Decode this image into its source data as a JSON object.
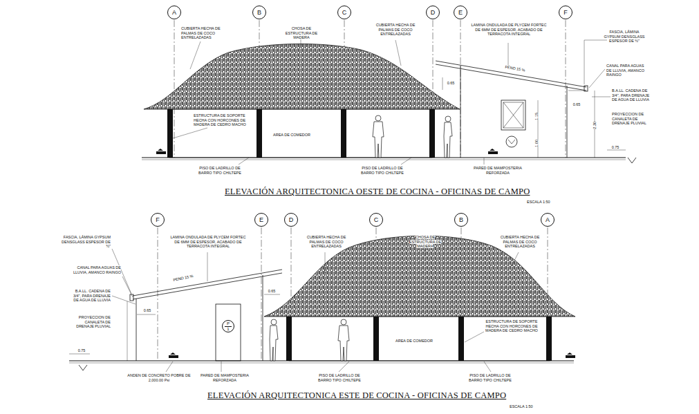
{
  "diagram": {
    "nodes": [
      {
        "text": [
          "A"
        ]
      },
      {
        "text": [
          "B"
        ]
      },
      {
        "text": [
          "C"
        ]
      },
      {
        "text": [
          "D"
        ]
      },
      {
        "text": [
          "E"
        ]
      },
      {
        "text": [
          "F"
        ]
      },
      {
        "text": [
          "F"
        ]
      },
      {
        "text": [
          "E"
        ]
      },
      {
        "text": [
          "D"
        ]
      },
      {
        "text": [
          "C"
        ]
      },
      {
        "text": [
          "B"
        ]
      },
      {
        "text": [
          "A"
        ]
      },
      {
        "text": [
          "P",
          "1"
        ]
      }
    ],
    "labels": [
      "CUBIERTA HECHA DE PALMAS DE COCO ENTRELAZADAS",
      "CHOSA DE ESTRUCTURA DE MADERA",
      "CUBIERTA HECHA DE PALMAS DE COCO ENTRELAZADAS",
      "LAMINA ONDULADA DE PLYCEM FORTEC DE 6MM DE ESPESOR, ACABADO DE TERRACOTA INTEGRAL",
      "FASCIA, LÁMINA GYPSUM DENSGLASS ESPESOR DE ½\"",
      "CANAL PARA AGUAS DE LLUVIA, AMANCO RAINGO",
      "B.A.LL. CADENA DE 3/4\", PARA DRENAJE DE AGUA DE LLUVIA",
      "PROYECCION DE CANALETA DE DRENAJE PLUVIAL",
      "PEND 15 %",
      "0.65",
      "0.65",
      "1.15",
      "1.00",
      "2.30",
      "0.75",
      "ESTRUCTURA DE SOPORTE HECHA CON HORCONES DE MADERA DE CEDRO MACHO",
      "AREA DE COMEDOR",
      "PISO DE LADRILLO DE BARRO TIPO CHILTEPE",
      "PISO DE LADRILLO DE BARRO TIPO CHILTEPE",
      "PARED DE MAMPOSTERIA REFORZADA",
      "ELEVACIÓN ARQUITECTONICA OESTE DE COCINA - OFICINAS DE CAMPO",
      "ESCALA 1:50",
      "FASCIA, LÁMINA GYPSUM DENSGLASS ESPESOR DE ½\"",
      "CANAL PARA AGUAS DE LLUVIA, AMANCO RAINGO",
      "B.A.LL. CADENA DE 3/4\", PARA DRENAJE DE AGUA DE LLUVIA",
      "PROYECCION DE CANALETA DE DRENAJE PLUVIAL",
      "0.65",
      "0.75",
      "LAMINA ONDULADA DE PLYCEM FORTEC DE 6MM DE ESPESOR, ACABADO DE TERRACOTA INTEGRAL",
      "PEND 15 %",
      "0.65",
      "CUBIERTA HECHA DE PALMAS DE COCO ENTRELAZADAS",
      "CHOSA DE ESTRUCTURA DE MADERA",
      "CUBIERTA HECHA DE PALMAS DE COCO ENTRELAZADAS",
      "ESTRUCTURA DE SOPORTE HECHA CON HORCONES DE MADERA DE CEDRO MACHO",
      "AREA DE COMEDOR",
      "ANDEN DE CONCRETO POBRE DE 2,000.00 Psi",
      "PARED DE MAMPOSTERIA REFORZADA",
      "PISO DE LADRILLO DE BARRO TIPO CHILTEPE",
      "PISO DE LADRILLO DE BARRO TIPO CHILTEPE",
      "ELEVACIÓN ARQUITECTONICA ESTE DE COCINA - OFICINAS DE CAMPO",
      "ESCALA 1:50"
    ]
  }
}
